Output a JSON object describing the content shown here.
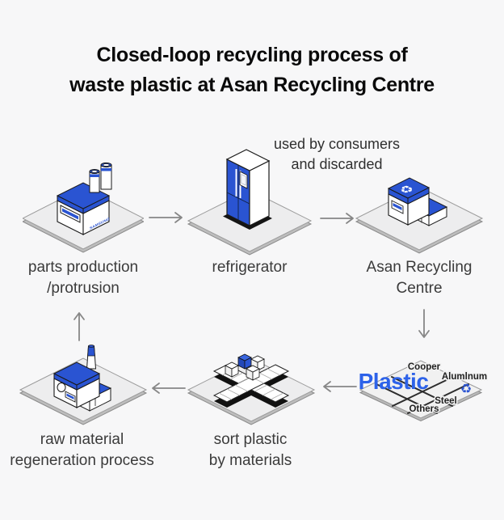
{
  "title": {
    "line1": "Closed-loop recycling process of",
    "line2": "waste plastic at Asan Recycling Centre"
  },
  "consumer_note": {
    "line1": "used by consumers",
    "line2": "and discarded"
  },
  "nodes": {
    "parts_production": {
      "label_line1": "parts production",
      "label_line2": "/protrusion"
    },
    "refrigerator": {
      "label": "refrigerator"
    },
    "asan_centre": {
      "label_line1": "Asan Recycling",
      "label_line2": "Centre"
    },
    "material_sorting": {
      "plastic_label": "Plastic",
      "copper": "Cooper",
      "aluminum": "Alumlnum",
      "steel": "Steel",
      "others": "Others"
    },
    "sort_plastic": {
      "label_line1": "sort plastic",
      "label_line2": "by materials"
    },
    "raw_material": {
      "label_line1": "raw material",
      "label_line2": "regeneration process"
    }
  },
  "branding": {
    "factory_text": "SAMSUNG"
  },
  "icons": {
    "recycle_symbol": "♻"
  },
  "colors": {
    "accent_blue": "#2a54d2",
    "plastic_blue": "#2d62e9",
    "arrow_gray": "#878787",
    "text_dark": "#3b3b3b",
    "title_black": "#0a0a0a",
    "background": "#f7f7f8"
  }
}
